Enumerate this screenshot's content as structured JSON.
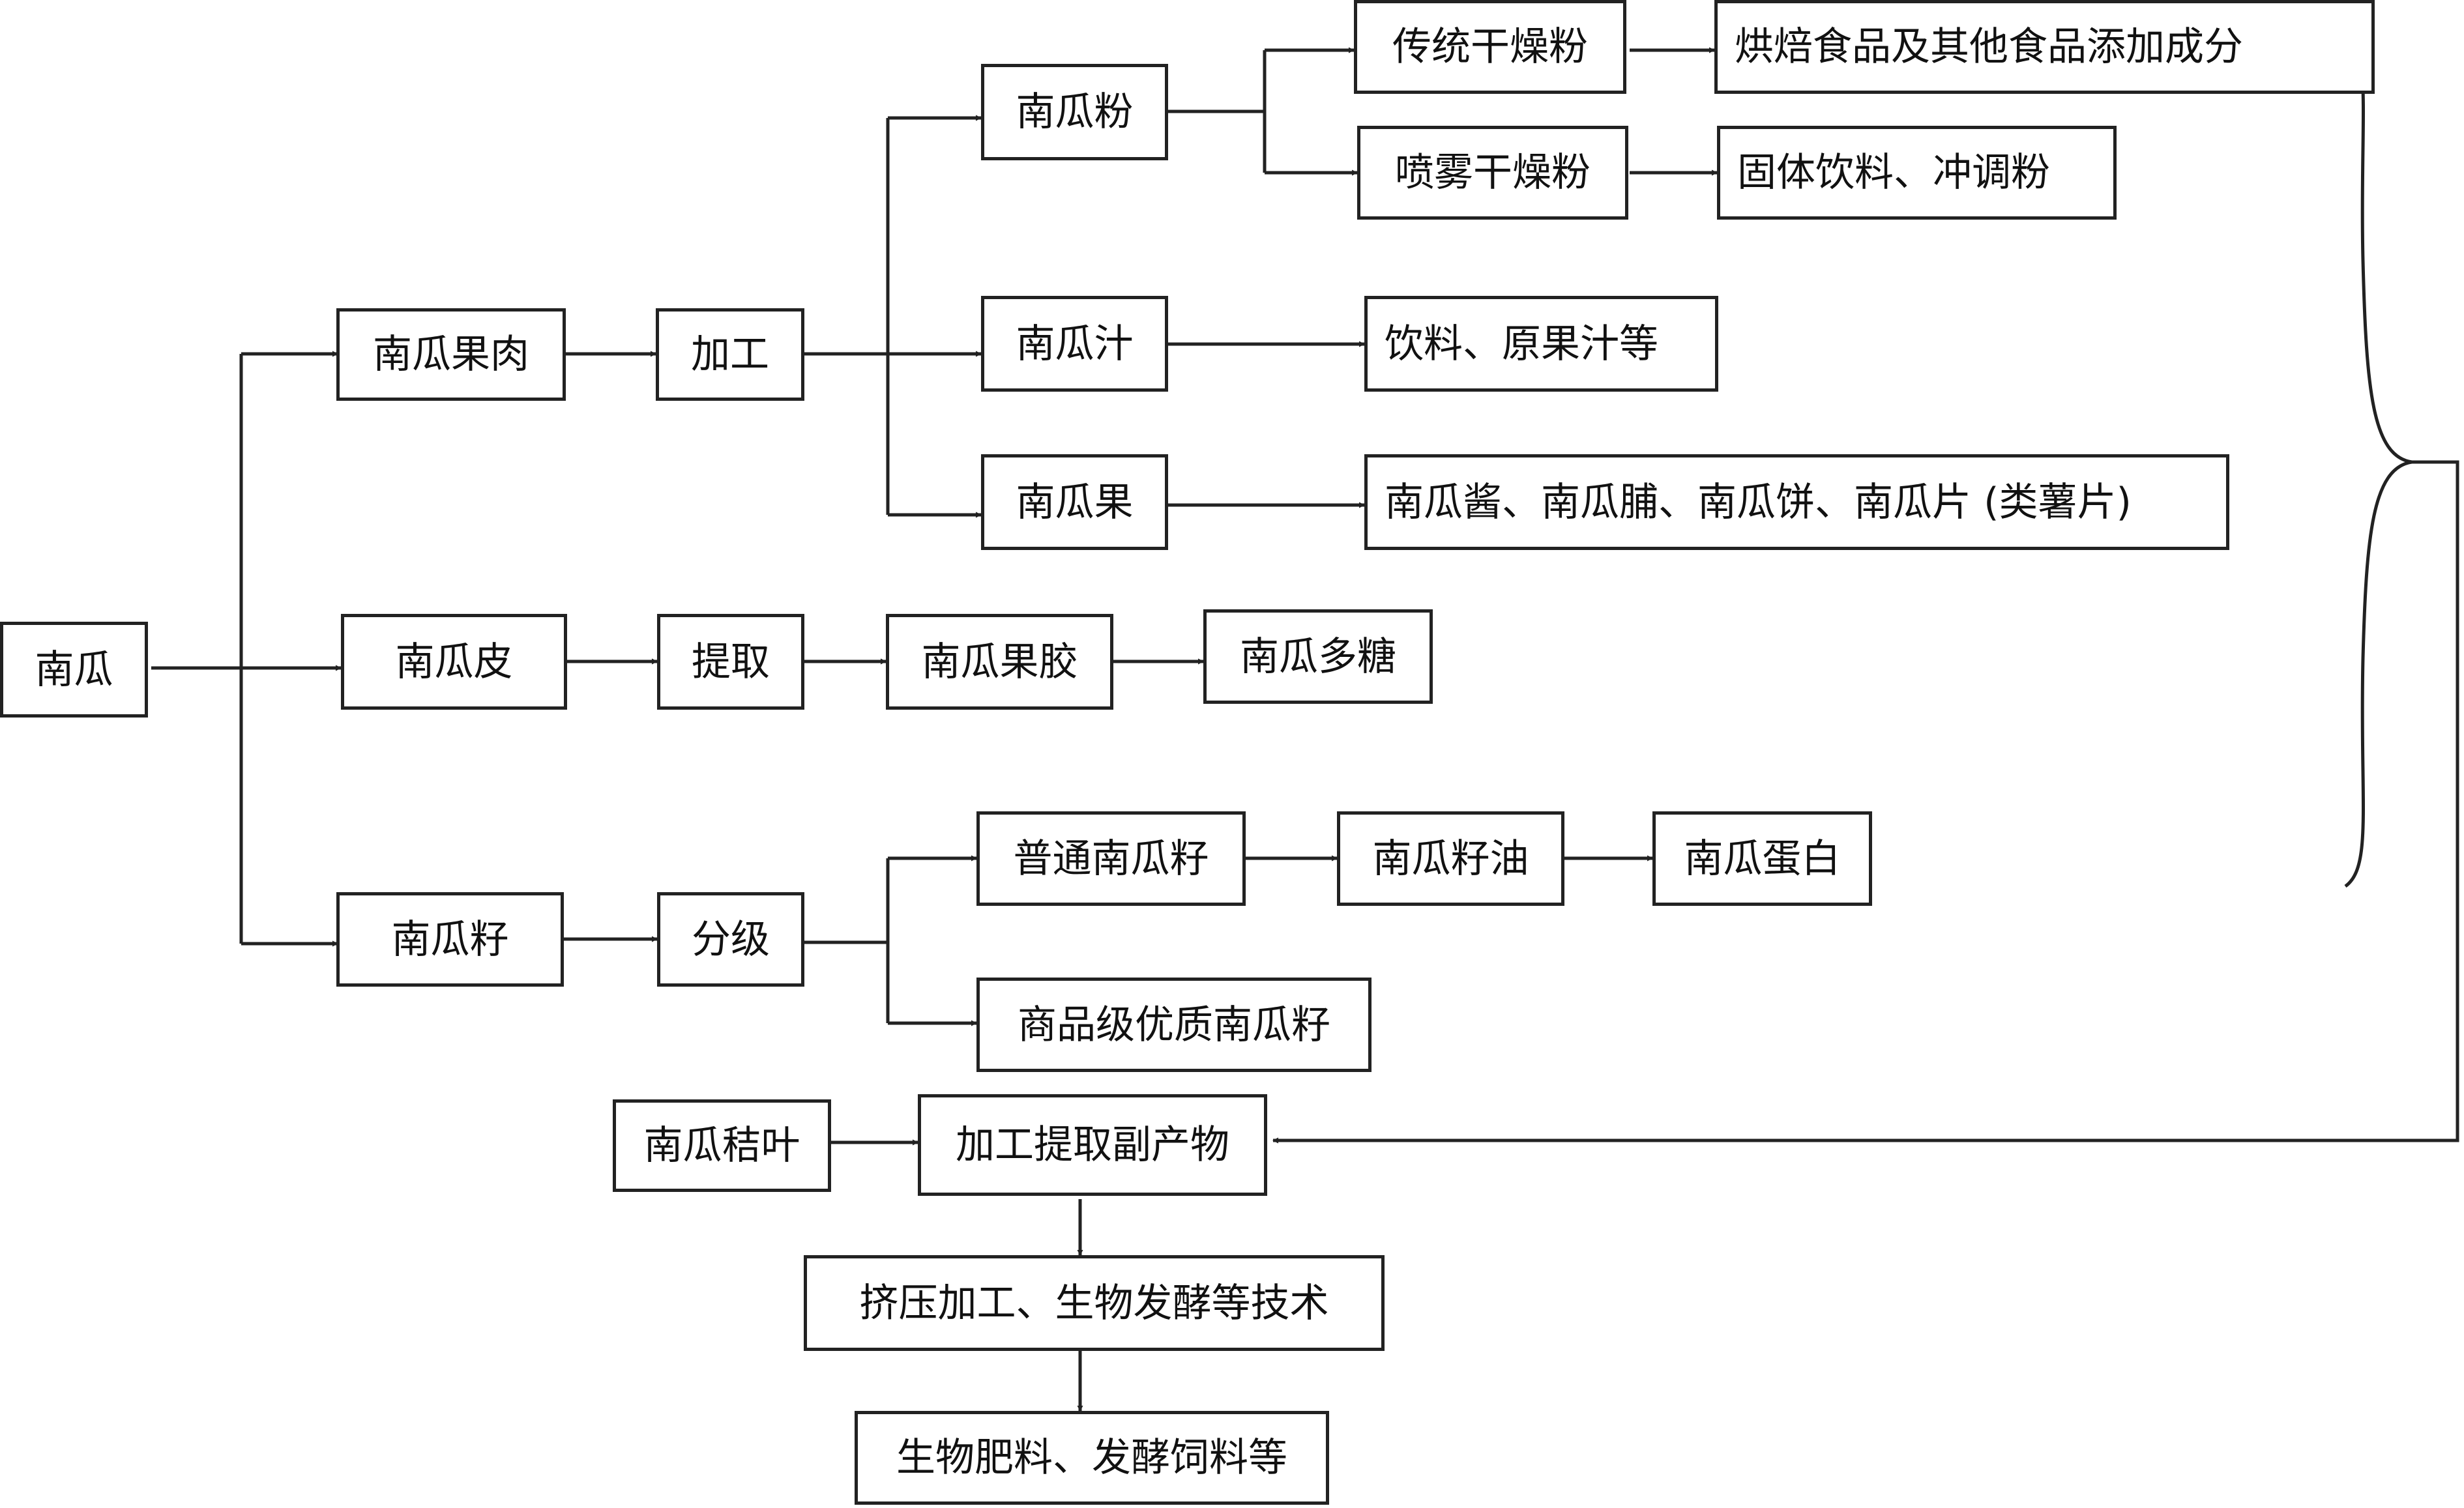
{
  "diagram": {
    "source": "南瓜",
    "flesh": {
      "label": "南瓜果肉",
      "process": "加工",
      "powder": {
        "label": "南瓜粉",
        "traditional": {
          "label": "传统干燥粉",
          "use": "烘焙食品及其他食品添加成分"
        },
        "spray": {
          "label": "喷雾干燥粉",
          "use": "固体饮料、冲调粉"
        }
      },
      "juice": {
        "label": "南瓜汁",
        "use": "饮料、原果汁等"
      },
      "fruit": {
        "label": "南瓜果",
        "use": "南瓜酱、南瓜脯、南瓜饼、南瓜片 (类薯片)"
      }
    },
    "peel": {
      "label": "南瓜皮",
      "process": "提取",
      "pectin": "南瓜果胶",
      "polysaccharide": "南瓜多糖"
    },
    "seed": {
      "label": "南瓜籽",
      "process": "分级",
      "common": {
        "label": "普通南瓜籽",
        "oil": "南瓜籽油",
        "protein": "南瓜蛋白"
      },
      "premium": "商品级优质南瓜籽"
    },
    "byproduct": {
      "stem_leaf": "南瓜秸叶",
      "extraction": "加工提取副产物",
      "technology": "挤压加工、生物发酵等技术",
      "products": "生物肥料、发酵饲料等"
    }
  }
}
